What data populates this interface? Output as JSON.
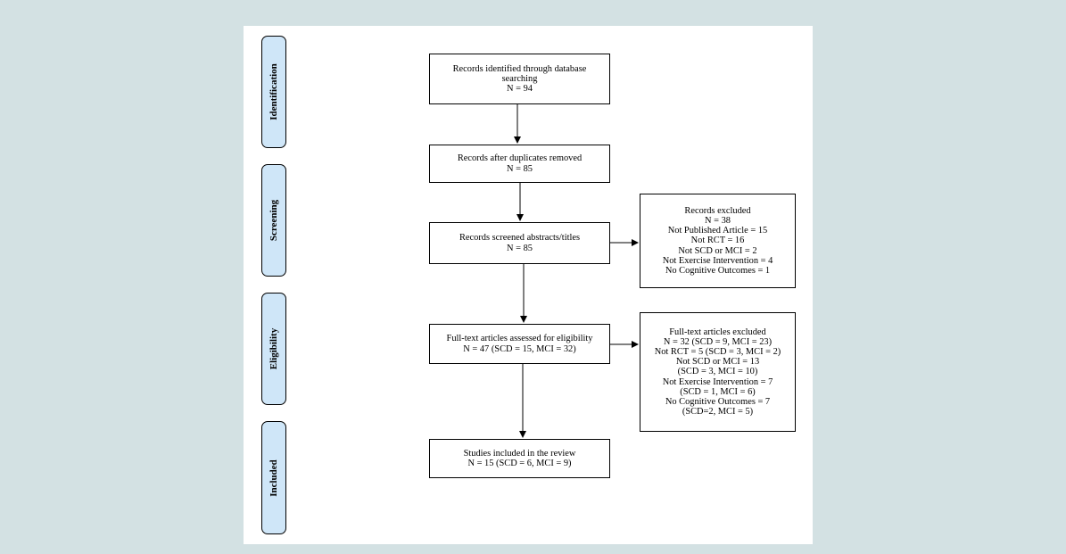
{
  "stages": {
    "identification": "Identification",
    "screening": "Screening",
    "eligibility": "Eligibility",
    "included": "Included"
  },
  "boxes": {
    "identified": [
      "Records identified through database",
      "searching",
      "N = 94"
    ],
    "deduplicated": [
      "Records after duplicates removed",
      "N = 85"
    ],
    "screened": [
      "Records screened abstracts/titles",
      "N = 85"
    ],
    "records_excluded": [
      "Records excluded",
      "N = 38",
      "Not Published Article = 15",
      "Not RCT = 16",
      "Not SCD or MCI = 2",
      "Not Exercise Intervention = 4",
      "No Cognitive Outcomes = 1"
    ],
    "fulltext_assessed": [
      "Full-text articles assessed for eligibility",
      "N = 47 (SCD = 15, MCI = 32)"
    ],
    "fulltext_excluded": [
      "Full-text articles excluded",
      "N = 32 (SCD = 9, MCI = 23)",
      "Not RCT = 5 (SCD = 3, MCI = 2)",
      "Not SCD or MCI = 13",
      "(SCD = 3, MCI = 10)",
      "Not Exercise Intervention = 7",
      "(SCD = 1, MCI = 6)",
      "No Cognitive Outcomes = 7",
      "(SCD=2, MCI = 5)"
    ],
    "included": [
      "Studies included in the review",
      "N = 15 (SCD = 6, MCI = 9)"
    ]
  }
}
